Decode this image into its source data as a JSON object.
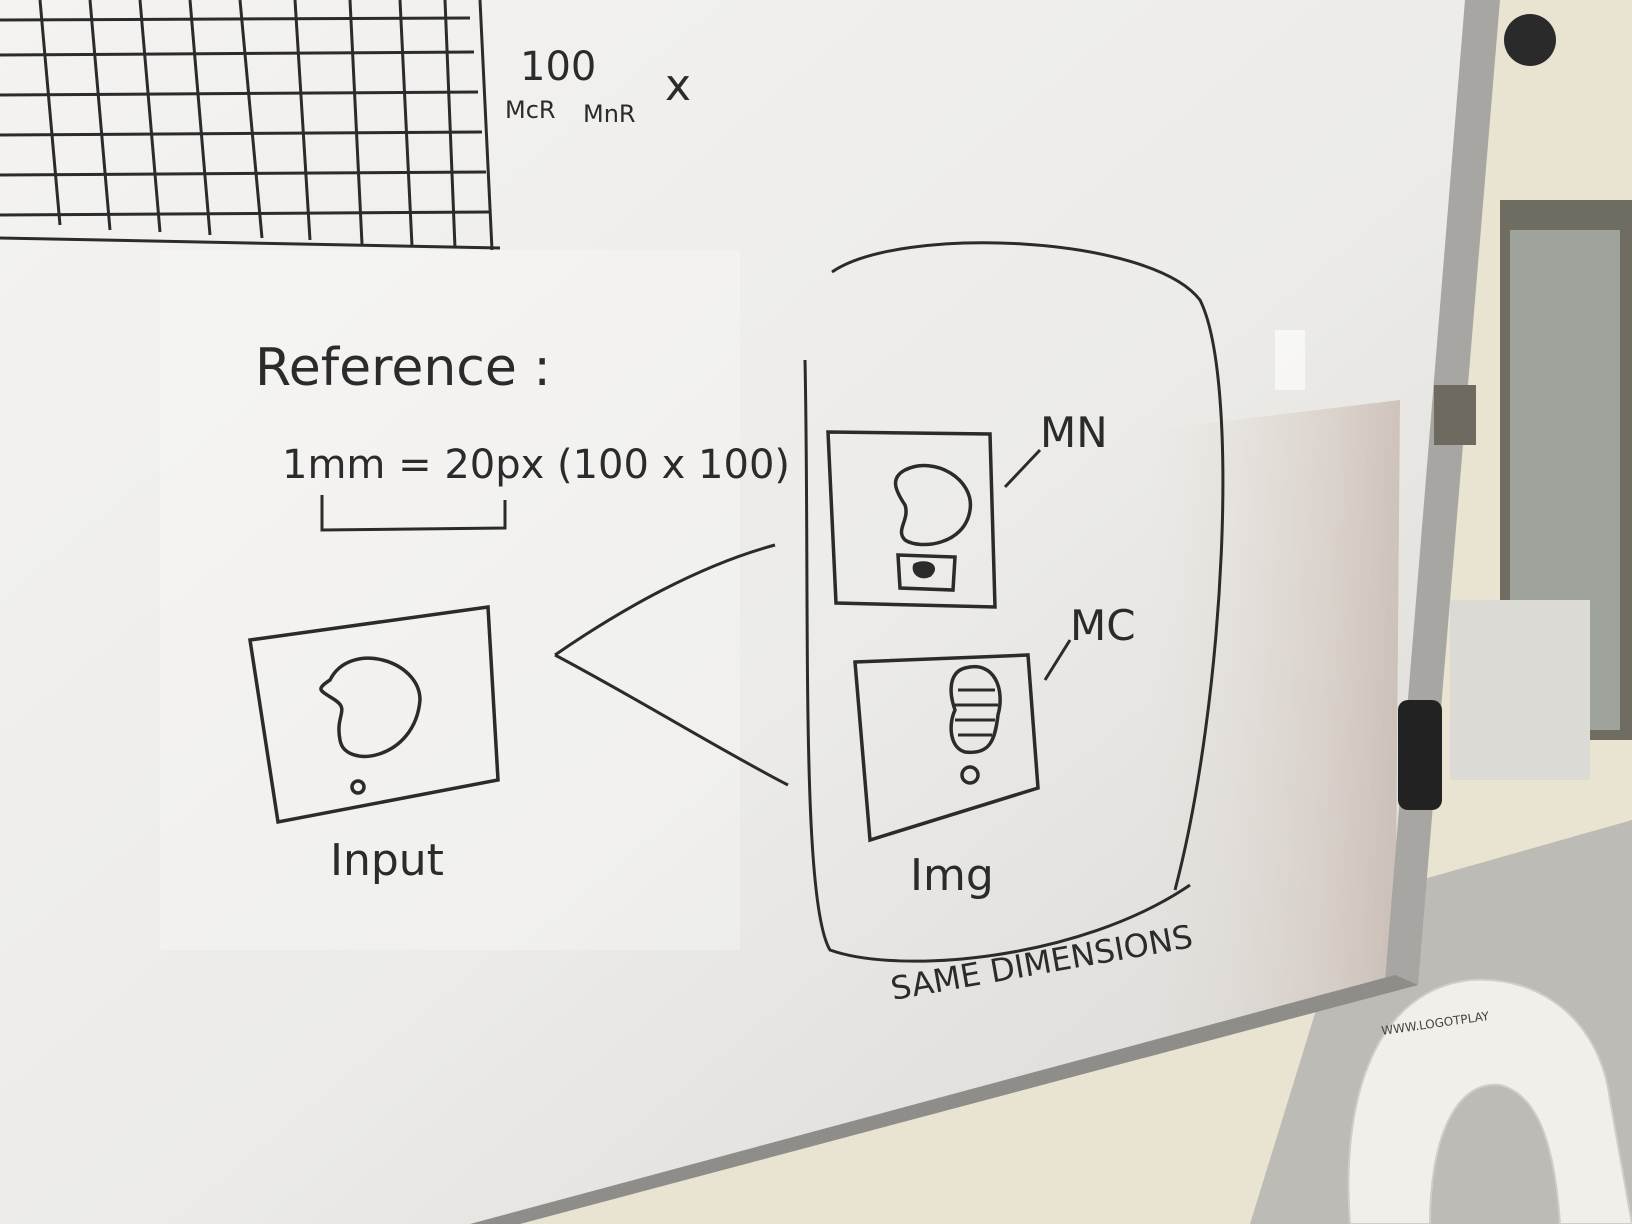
{
  "whiteboard": {
    "grid_notes": {
      "value": "100",
      "x_mark": "x",
      "col_a": "McR",
      "col_b": "MnR"
    },
    "reference": {
      "heading": "Reference :",
      "equation": "1mm = 20px (100 x 100)"
    },
    "labels": {
      "input": "Input",
      "img": "Img",
      "mn": "MN",
      "mc": "MC",
      "same_dimensions": "SAME DIMENSIONS"
    }
  },
  "chair": {
    "brand_text": "WWW.LOGOTPLAY"
  },
  "colors": {
    "wall": "#ebe6d4",
    "board": "#f2f1ef",
    "marker": "#2b2b2b",
    "frame": "#9c9a96",
    "floor": "#bfbdb7"
  }
}
